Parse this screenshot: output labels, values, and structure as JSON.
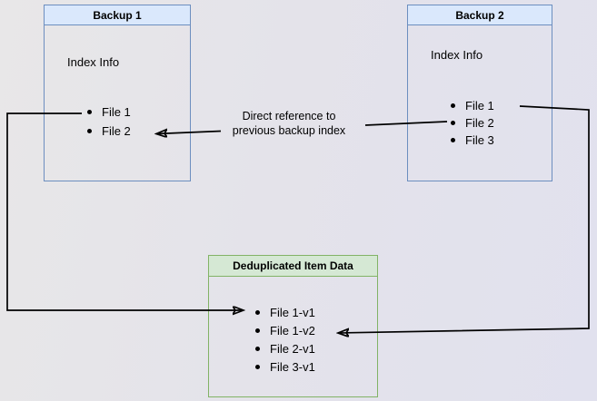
{
  "backup1": {
    "title": "Backup 1",
    "subtitle": "Index Info",
    "items": [
      "File 1",
      "File 2"
    ]
  },
  "backup2": {
    "title": "Backup 2",
    "subtitle": "Index Info",
    "items": [
      "File 1",
      "File 2",
      "File 3"
    ]
  },
  "dedup": {
    "title": "Deduplicated Item Data",
    "items": [
      "File 1-v1",
      "File 1-v2",
      "File 2-v1",
      "File 3-v1"
    ]
  },
  "annotation": "Direct reference to previous backup index",
  "colors": {
    "blue_border": "#6c8ebf",
    "blue_header_fill": "#dae8fc",
    "green_border": "#82b366",
    "green_header_fill": "#d5e8d4",
    "arrow": "#000000",
    "background": "#e4e3ea"
  }
}
